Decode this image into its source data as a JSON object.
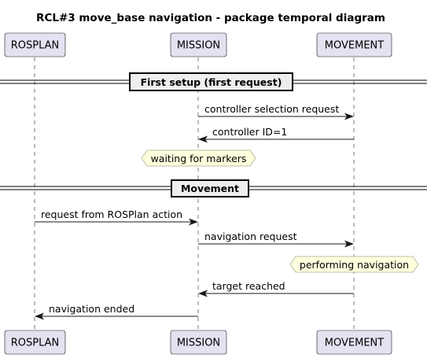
{
  "diagram": {
    "title": "RCL#3 move_base navigation - package temporal diagram",
    "participants": [
      {
        "id": "rosplan",
        "label": "ROSPLAN"
      },
      {
        "id": "mission",
        "label": "MISSION"
      },
      {
        "id": "movement",
        "label": "MOVEMENT"
      }
    ],
    "sections": [
      {
        "label": "First setup (first request)"
      },
      {
        "label": "Movement"
      }
    ],
    "messages": [
      {
        "from": "mission",
        "to": "movement",
        "label": "controller selection request"
      },
      {
        "from": "movement",
        "to": "mission",
        "label": "controller ID=1"
      },
      {
        "from": "rosplan",
        "to": "mission",
        "label": "request from ROSPlan action"
      },
      {
        "from": "mission",
        "to": "movement",
        "label": "navigation request"
      },
      {
        "from": "movement",
        "to": "mission",
        "label": "target reached"
      },
      {
        "from": "mission",
        "to": "rosplan",
        "label": "navigation ended"
      }
    ],
    "notes": [
      {
        "over": "mission",
        "label": "waiting for markers"
      },
      {
        "over": "movement",
        "label": "performing navigation"
      }
    ],
    "colors": {
      "participant_fill": "#E2E2F0",
      "participant_border": "#181818",
      "note_fill": "#FEFFDD",
      "note_border": "#BDBDA8",
      "lifeline": "#7a7a7a",
      "divider_fill": "#EEEEEE"
    }
  }
}
